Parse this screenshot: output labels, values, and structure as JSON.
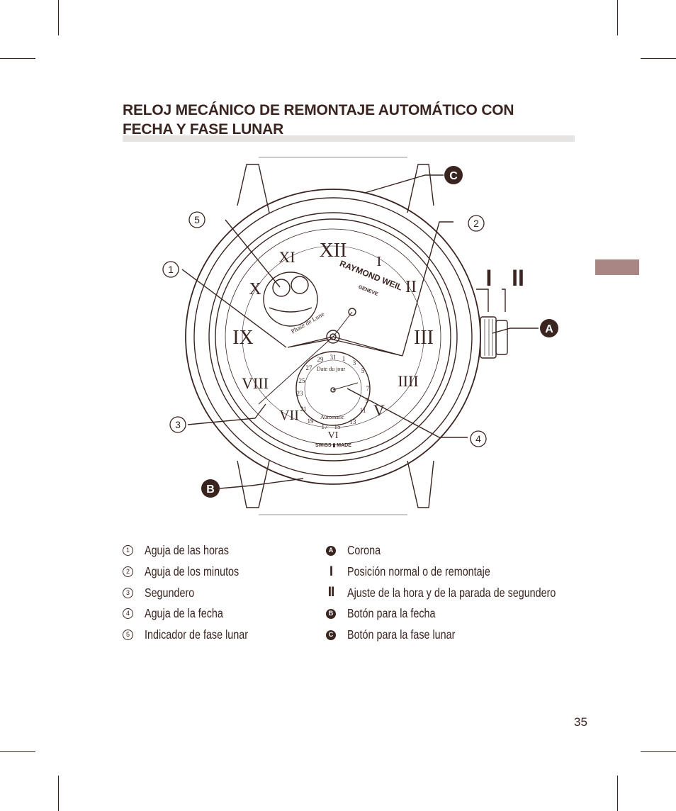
{
  "header": {
    "title_line1": "RELOJ MECÁNICO DE REMONTAJE AUTOMÁTICO CON",
    "title_line2": "FECHA Y FASE LUNAR"
  },
  "figure": {
    "callouts": {
      "c1": "1",
      "c2": "2",
      "c3": "3",
      "c4": "4",
      "c5": "5",
      "A": "A",
      "B": "B",
      "C": "C",
      "pos_I": "I",
      "pos_II": "II"
    },
    "dial": {
      "brand": "RAYMOND WEIL",
      "city": "GENEVE",
      "moon_label": "Phase de Lune",
      "date_label": "Date du jour",
      "automatic_label": "Automatic",
      "swiss_made": "SWISS ▮ MADE",
      "hour_numerals": [
        "XII",
        "I",
        "II",
        "III",
        "IIII",
        "V",
        "VI",
        "VII",
        "VIII",
        "IX",
        "X",
        "XI"
      ],
      "date_numbers": [
        "29",
        "31",
        "1",
        "3",
        "5",
        "7",
        "9",
        "11",
        "13",
        "15",
        "17",
        "19",
        "21",
        "23",
        "25",
        "27"
      ]
    }
  },
  "legend": {
    "left": [
      {
        "marker": "1",
        "label": "Aguja de las horas"
      },
      {
        "marker": "2",
        "label": "Aguja de los minutos"
      },
      {
        "marker": "3",
        "label": "Segundero"
      },
      {
        "marker": "4",
        "label": "Aguja de la fecha"
      },
      {
        "marker": "5",
        "label": "Indicador de fase lunar"
      }
    ],
    "right": [
      {
        "marker": "A",
        "label": "Corona"
      },
      {
        "marker": "I",
        "label": "Posición normal o de remontaje"
      },
      {
        "marker": "II",
        "label": "Ajuste de la hora y de la parada de segundero"
      },
      {
        "marker": "B",
        "label": "Botón para la fecha"
      },
      {
        "marker": "C",
        "label": "Botón para la fase lunar"
      }
    ]
  },
  "footer": {
    "page_number": "35"
  },
  "colors": {
    "ink": "#3a2420",
    "accent_tab": "#a98584",
    "title_bar": "#e6e3e3"
  }
}
